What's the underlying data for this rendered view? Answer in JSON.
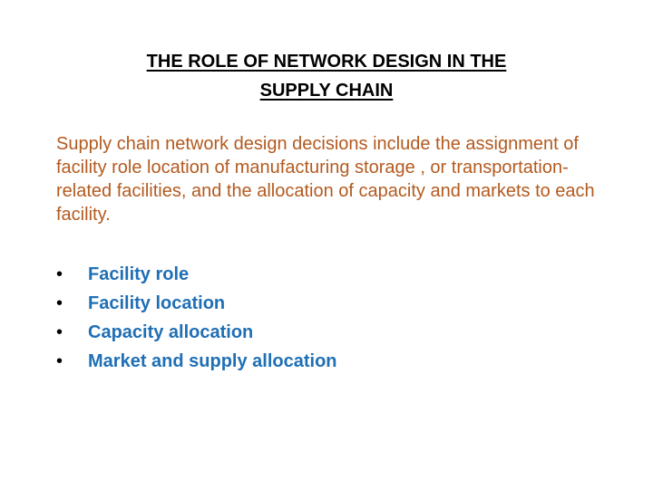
{
  "slide": {
    "title_line1": "THE ROLE OF NETWORK DESIGN IN THE",
    "title_line2": "SUPPLY CHAIN",
    "paragraph": "Supply chain network design decisions include the assignment of facility role location of manufacturing storage , or transportation-related facilities, and the allocation of capacity and markets to each facility.",
    "bullet_glyph": "•",
    "bullets": [
      "Facility role",
      "Facility location",
      "Capacity allocation",
      "Market and supply allocation"
    ]
  },
  "colors": {
    "title": "#000000",
    "paragraph": "#b35a1f",
    "bullets": "#1f6fb5",
    "background": "#ffffff"
  }
}
